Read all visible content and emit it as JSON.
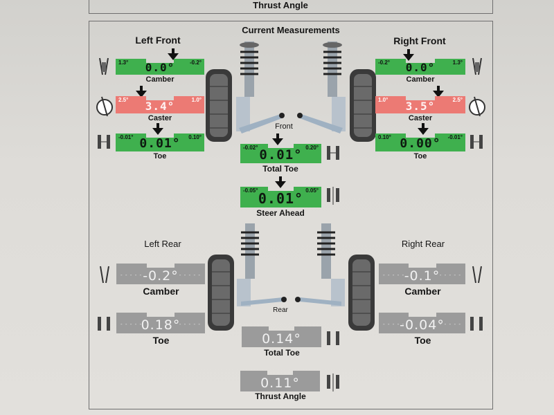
{
  "top_section": {
    "label": "Thrust Angle"
  },
  "section_title": "Current Measurements",
  "front": {
    "left_front": {
      "title": "Left Front",
      "camber": {
        "label": "Camber",
        "value": "0.0°",
        "min": "1.3°",
        "max": "-0.2°",
        "status": "green"
      },
      "caster": {
        "label": "Caster",
        "value": "3.4°",
        "min": "2.5°",
        "max": "1.0°",
        "status": "red"
      },
      "toe": {
        "label": "Toe",
        "value": "0.01°",
        "min": "-0.01°",
        "max": "0.10°",
        "status": "green"
      }
    },
    "right_front": {
      "title": "Right Front",
      "camber": {
        "label": "Camber",
        "value": "0.0°",
        "min": "-0.2°",
        "max": "1.3°",
        "status": "green"
      },
      "caster": {
        "label": "Caster",
        "value": "3.5°",
        "min": "1.0°",
        "max": "2.5°",
        "status": "red"
      },
      "toe": {
        "label": "Toe",
        "value": "0.00°",
        "min": "0.10°",
        "max": "-0.01°",
        "status": "green"
      }
    },
    "axle_label": "Front",
    "total_toe": {
      "label": "Total Toe",
      "value": "0.01°",
      "min": "-0.02°",
      "max": "0.20°",
      "status": "green"
    },
    "steer_ahead": {
      "label": "Steer Ahead",
      "value": "0.01°",
      "min": "-0.05°",
      "max": "0.05°",
      "status": "green"
    }
  },
  "rear": {
    "left_rear": {
      "title": "Left Rear",
      "camber": {
        "label": "Camber",
        "value": "-0.2°",
        "status": "grey"
      },
      "toe": {
        "label": "Toe",
        "value": "0.18°",
        "status": "grey"
      }
    },
    "right_rear": {
      "title": "Right Rear",
      "camber": {
        "label": "Camber",
        "value": "-0.1°",
        "status": "grey"
      },
      "toe": {
        "label": "Toe",
        "value": "-0.04°",
        "status": "grey"
      }
    },
    "axle_label": "Rear",
    "total_toe": {
      "label": "Total Toe",
      "value": "0.14°",
      "status": "grey"
    },
    "thrust_angle": {
      "label": "Thrust Angle",
      "value": "0.11°",
      "status": "grey"
    }
  },
  "colors": {
    "green": "#3fb04e",
    "red": "#ec7a74",
    "grey": "#9b9b9b"
  }
}
